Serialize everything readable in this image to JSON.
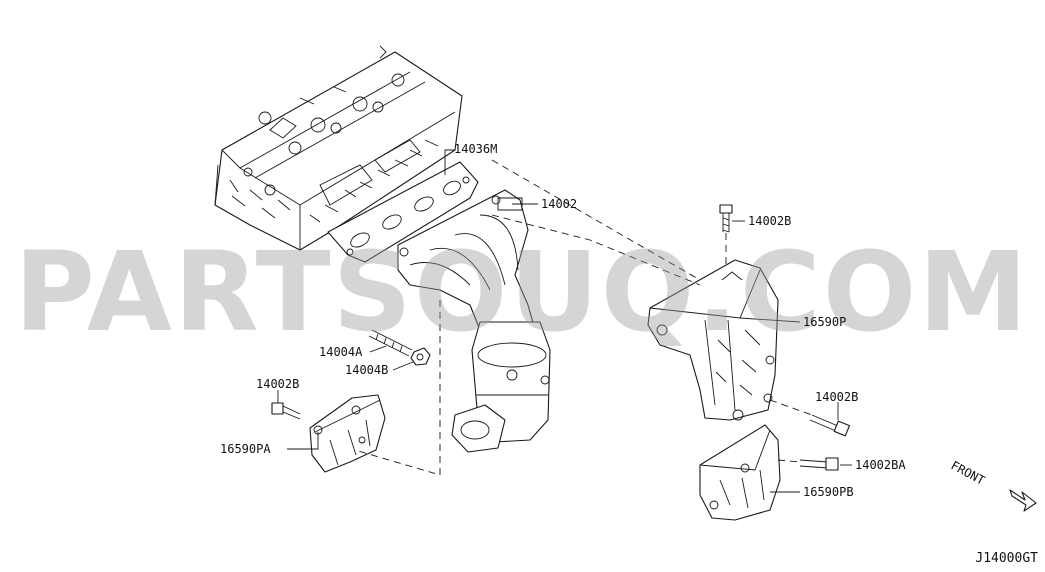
{
  "diagram": {
    "watermark": "PARTSOUQ.COM",
    "drawing_code": "J14000GT",
    "front_label": "FRONT",
    "callouts": {
      "gasket": "14036M",
      "manifold": "14002",
      "bolt_upper_right": "14002B",
      "cover_main": "16590P",
      "stud": "14004A",
      "nut": "14004B",
      "bolt_left": "14002B",
      "cover_left": "16590PA",
      "bolt_lower_right": "14002B",
      "bolt_lower_right_b": "14002BA",
      "cover_lower": "16590PB"
    }
  }
}
